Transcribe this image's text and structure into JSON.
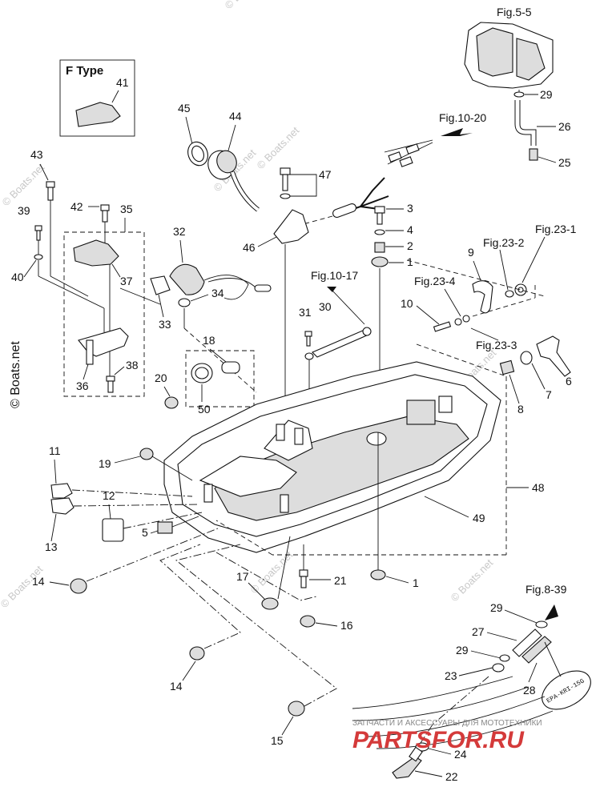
{
  "fig_refs": {
    "engine": "Fig.5-5",
    "wiring": "Fig.10-20",
    "handle": "Fig.10-17",
    "lever_1": "Fig.23-1",
    "lever_2": "Fig.23-2",
    "lever_3": "Fig.23-3",
    "lever_4": "Fig.23-4",
    "fuel": "Fig.8-39"
  },
  "inset": {
    "title": "F Type",
    "part": "41"
  },
  "copyright": "© Boats.net",
  "watermarks": [
    "© Boats.net",
    "© Boats.net",
    "© Boats.net",
    "© Boats.net",
    "© Boats.net",
    "© Boats.net",
    "© Boats.net",
    "© Boats.net"
  ],
  "epa_label": "EPA-KRI-15G",
  "partsfor": {
    "tagline": "ЗАПЧАСТИ И АКСЕССУАРЫ ДЛЯ МОТОТЕХНИКИ",
    "logo": "PARTSFOR.RU"
  },
  "callouts": {
    "c1a": "1",
    "c1b": "1",
    "c2": "2",
    "c3": "3",
    "c4": "4",
    "c5": "5",
    "c6": "6",
    "c7": "7",
    "c8": "8",
    "c9": "9",
    "c10": "10",
    "c11": "11",
    "c12": "12",
    "c13": "13",
    "c14a": "14",
    "c14b": "14",
    "c15": "15",
    "c16": "16",
    "c17": "17",
    "c18": "18",
    "c19": "19",
    "c20": "20",
    "c21": "21",
    "c22": "22",
    "c23": "23",
    "c24": "24",
    "c25": "25",
    "c26": "26",
    "c27": "27",
    "c28": "28",
    "c29a": "29",
    "c29b": "29",
    "c29c": "29",
    "c30": "30",
    "c31": "31",
    "c32": "32",
    "c33": "33",
    "c34": "34",
    "c35": "35",
    "c36": "36",
    "c37": "37",
    "c38": "38",
    "c39": "39",
    "c40": "40",
    "c42": "42",
    "c43": "43",
    "c44": "44",
    "c45": "45",
    "c46": "46",
    "c47": "47",
    "c48": "48",
    "c49": "49",
    "c50": "50"
  }
}
